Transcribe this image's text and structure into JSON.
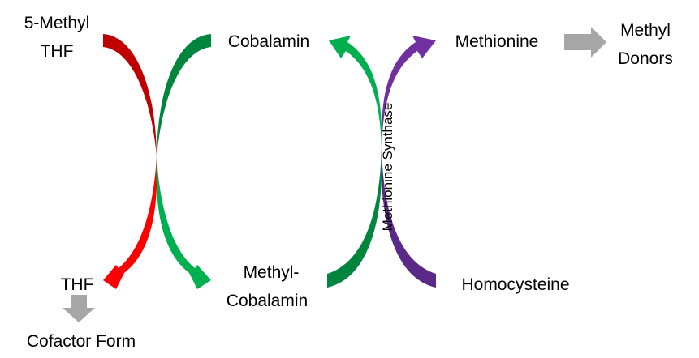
{
  "labels": {
    "methyl_thf_line1": "5-Methyl",
    "methyl_thf_line2": "THF",
    "thf": "THF",
    "cofactor_form": "Cofactor Form",
    "cobalamin": "Cobalamin",
    "methylcobalamin_line1": "Methyl-",
    "methylcobalamin_line2": "Cobalamin",
    "methionine": "Methionine",
    "methyl_donors_line1": "Methyl",
    "methyl_donors_line2": "Donors",
    "homocysteine": "Homocysteine",
    "enzyme": "Methionine Synthase"
  },
  "colors": {
    "red_dark": "#C00000",
    "red": "#FF0000",
    "green_dark": "#00853E",
    "green": "#00B050",
    "purple": "#7030A0",
    "purple_dark": "#5B2A86",
    "gray": "#A6A6A6"
  }
}
